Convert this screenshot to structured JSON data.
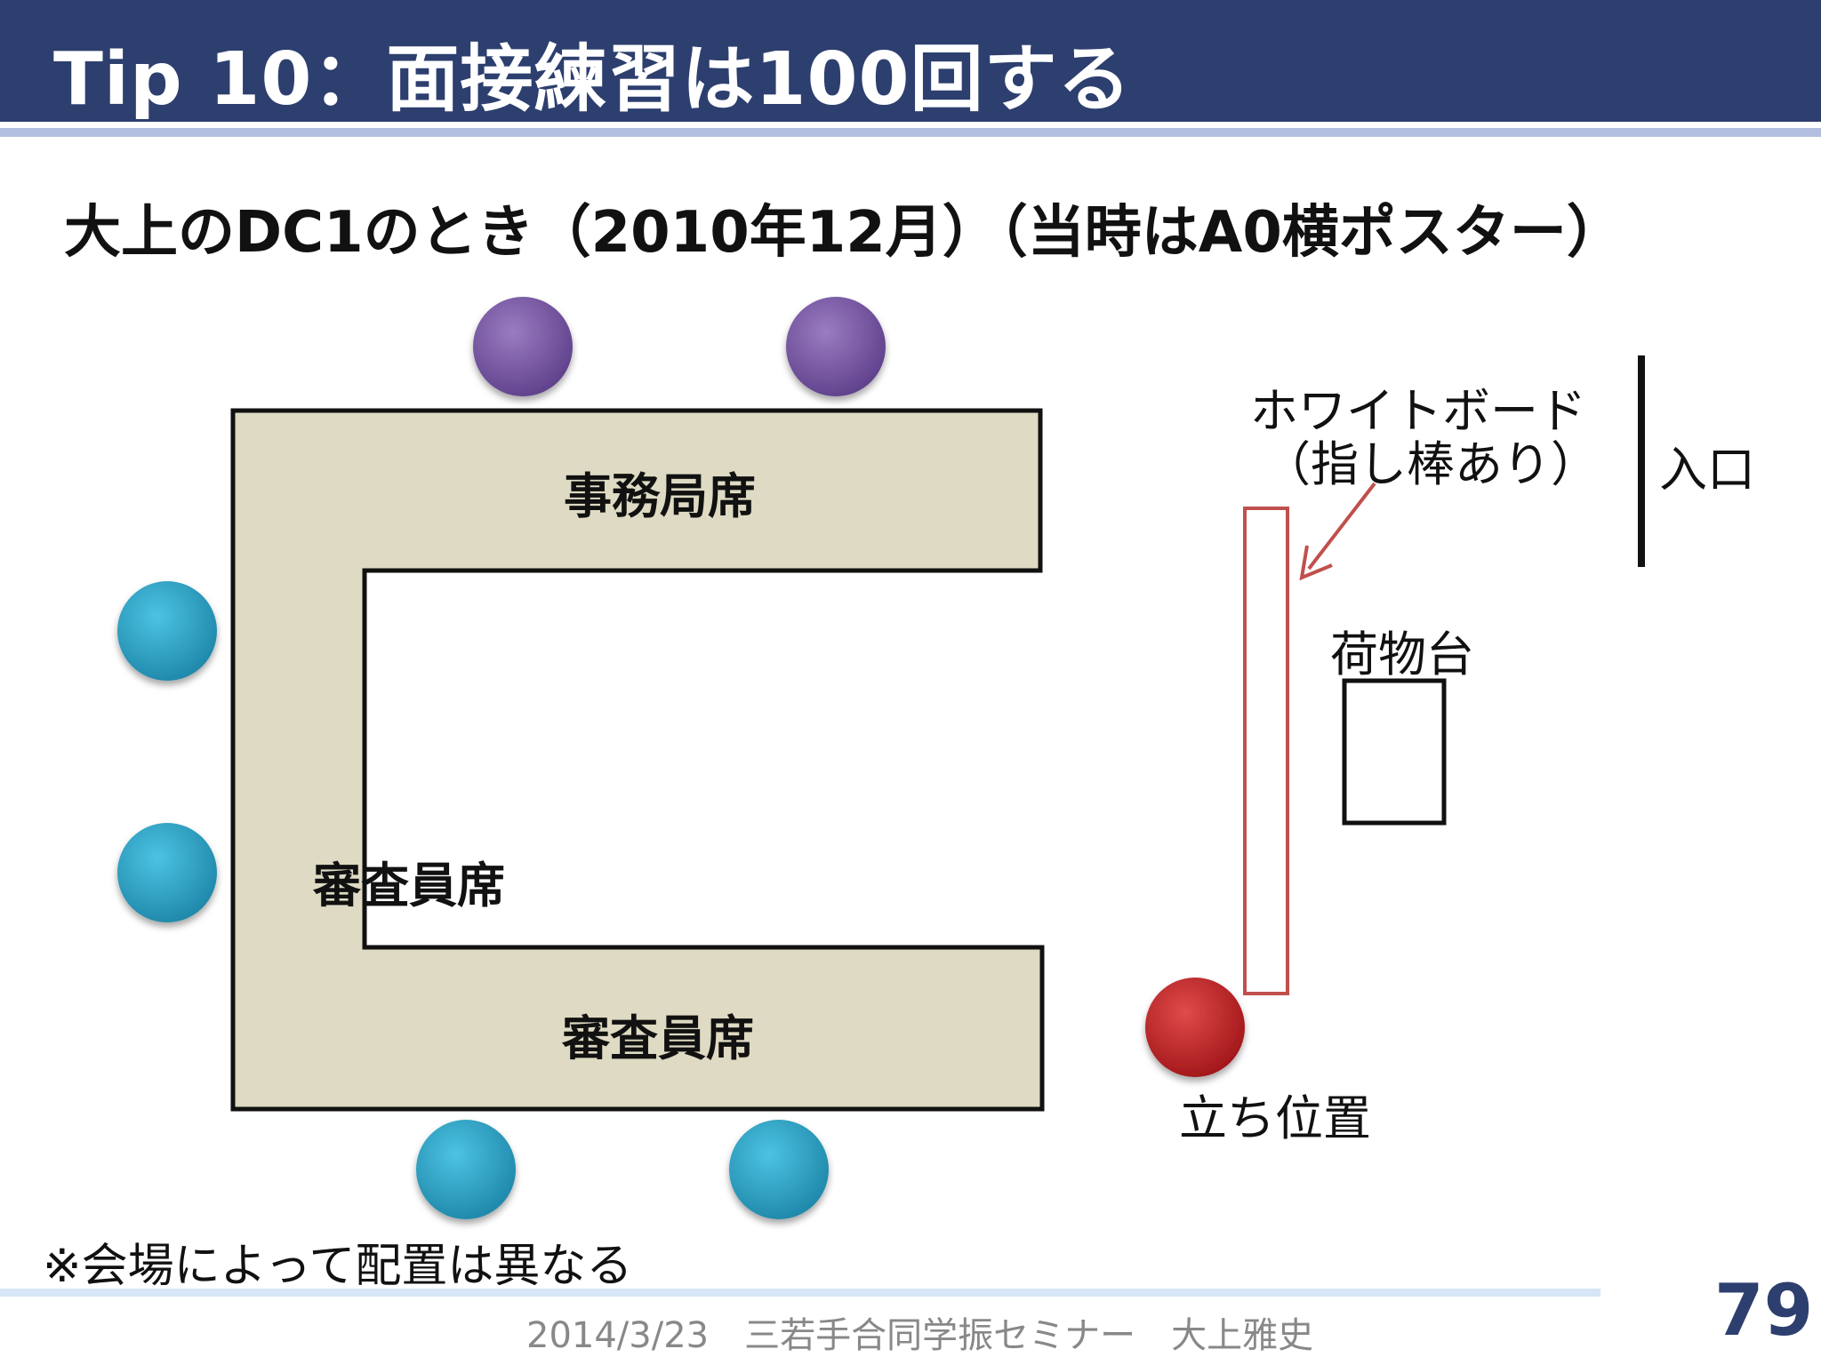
{
  "slide": {
    "title": "Tip 10：面接練習は100回する",
    "subtitle": "大上のDC1のとき（2010年12月）（当時はA0横ポスター）",
    "note": "※会場によって配置は異なる",
    "footer": "2014/3/23　三若手合同学振セミナー　大上雅史",
    "page_number": "79"
  },
  "diagram": {
    "labels": {
      "office_seats": "事務局席",
      "reviewer_seats_side": "審査員席",
      "reviewer_seats_bottom": "審査員席",
      "whiteboard_line1": "ホワイトボード",
      "whiteboard_line2": "（指し棒あり）",
      "entrance": "入口",
      "luggage_stand": "荷物台",
      "standing_position": "立ち位置"
    },
    "colors": {
      "table_fill": "#dedac3",
      "office_staff": "#7a56a3",
      "reviewer": "#2fa7c9",
      "presenter": "#c8282a",
      "whiteboard": "#c0504d",
      "header_bg": "#2d3f6f"
    }
  }
}
